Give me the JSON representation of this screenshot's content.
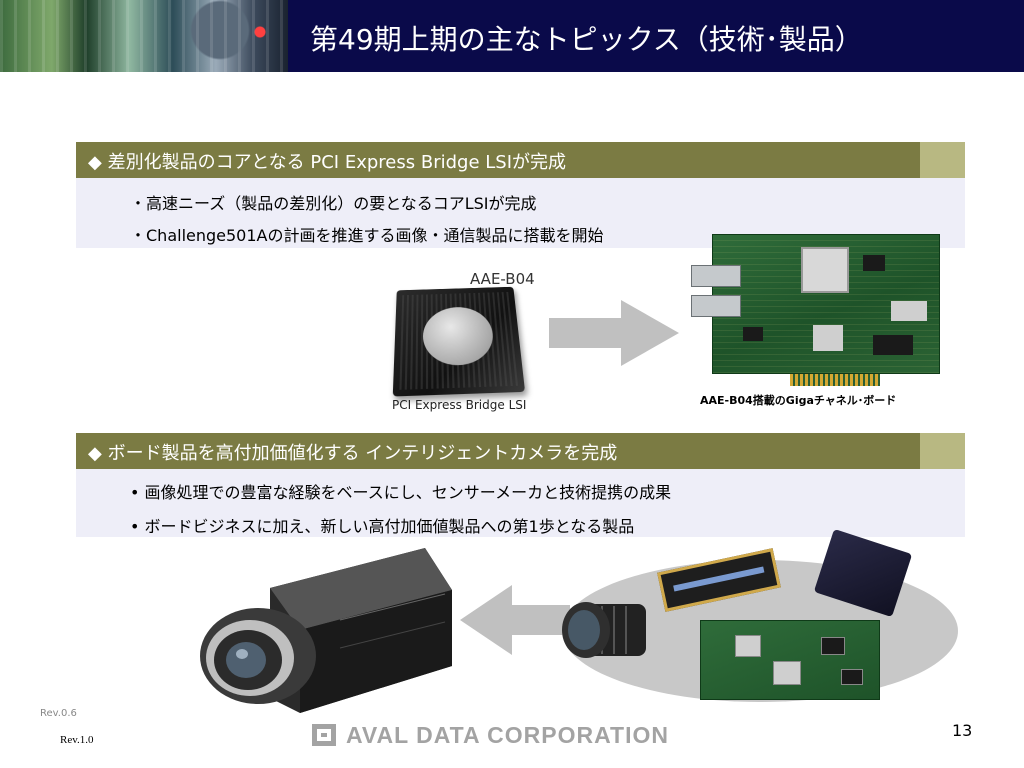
{
  "header": {
    "title": "第49期上期の主なトピックス（技術･製品）"
  },
  "section1": {
    "heading": "◆ 差別化製品のコアとなる PCI Express Bridge LSIが完成",
    "bullets": [
      "・高速ニーズ（製品の差別化）の要となるコアLSIが完成",
      "・Challenge501Aの計画を推進する画像・通信製品に搭載を開始"
    ],
    "chip_label": "AAE-B04",
    "chip_caption": "PCI Express Bridge LSI",
    "board_caption": "AAE-B04搭載のGigaチャネル･ボード"
  },
  "section2": {
    "heading": "◆ ボード製品を高付加価値化する インテリジェントカメラを完成",
    "bullets": [
      "• 画像処理での豊富な経験をベースにし、センサーメーカと技術提携の成果",
      "• ボードビジネスに加え、新しい高付加価値製品への第1歩となる製品"
    ]
  },
  "footer": {
    "rev_top": "Rev.0.6",
    "rev_bottom": "Rev.1.0",
    "company": "AVAL DATA CORPORATION",
    "page_number": "13"
  },
  "icons": {
    "arrow_right": "arrow-right-icon",
    "arrow_left": "arrow-left-icon",
    "logo_mark": "aval-logo-icon"
  },
  "colors": {
    "header_bg": "#0a0a4a",
    "section_bar": "#7b7b43",
    "section_accent": "#b8b882",
    "section_body": "#eeeef8",
    "arrow": "#c0c0c0"
  }
}
